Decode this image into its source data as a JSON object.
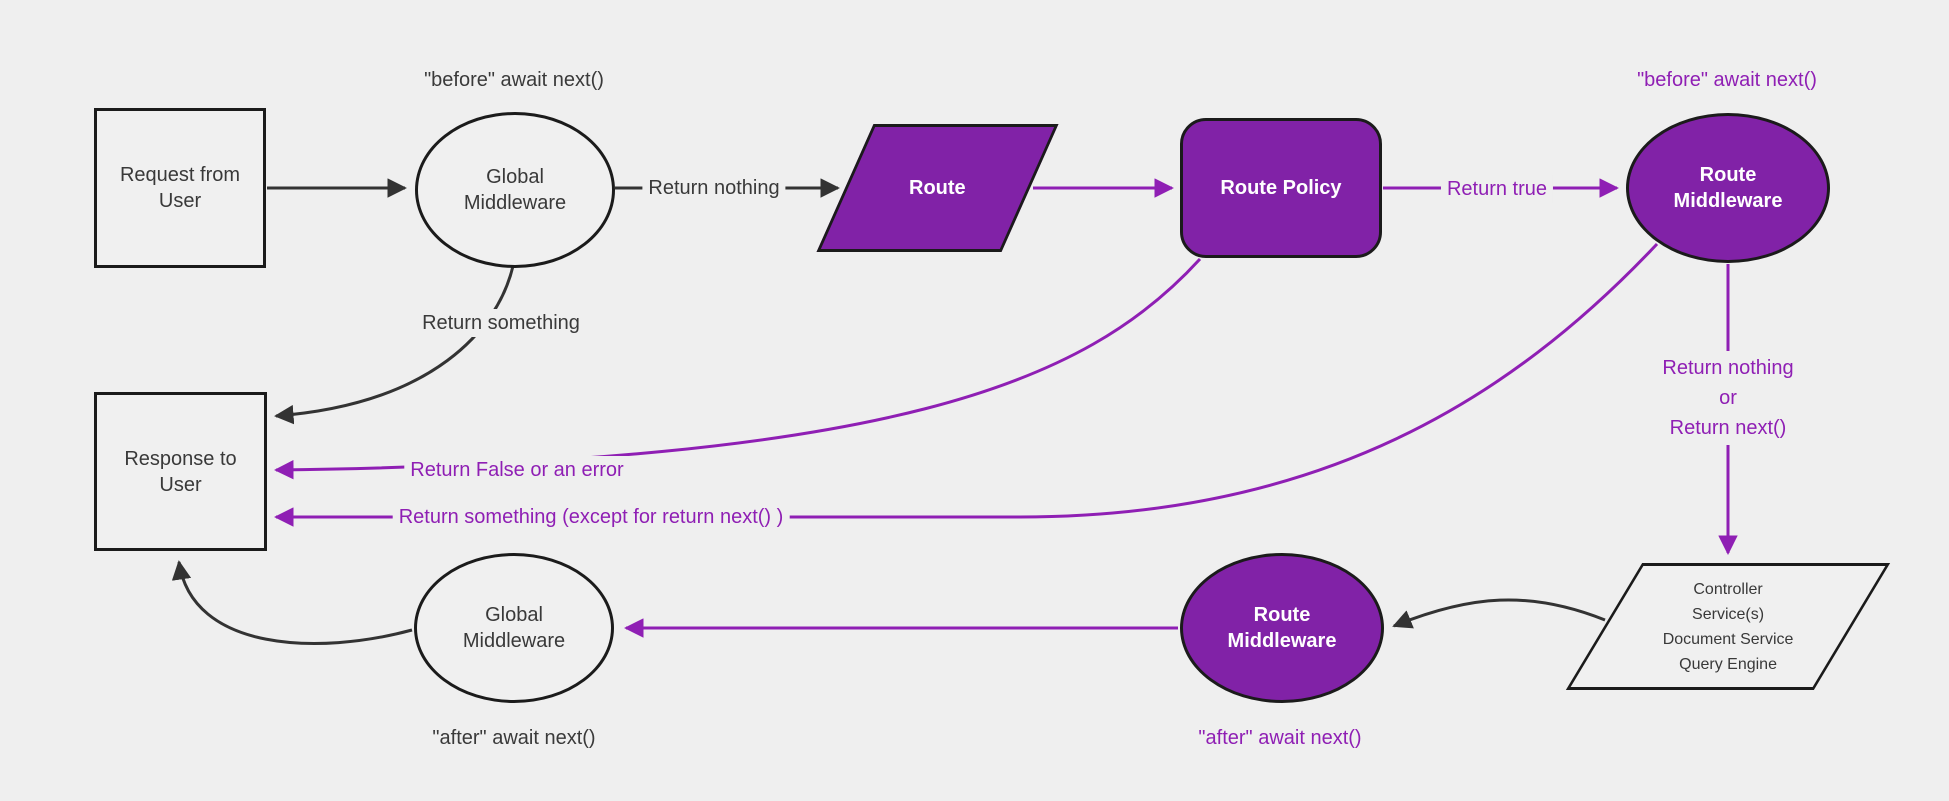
{
  "colors": {
    "background": "#efefef",
    "purple_fill": "#8122a7",
    "purple_line": "#8f1fb4",
    "dark_line": "#333333",
    "node_border": "#1b1b1b",
    "dark_text": "#393939",
    "purple_node_text": "#ffffff"
  },
  "nodes": {
    "request": "Request from User",
    "global_middleware_top": "Global Middleware",
    "route": "Route",
    "route_policy": "Route Policy",
    "route_middleware_top": "Route Middleware",
    "services": {
      "lines": [
        "Controller",
        "Service(s)",
        "Document Service",
        "Query Engine"
      ]
    },
    "route_middleware_bottom": "Route Middleware",
    "global_middleware_bottom": "Global Middleware",
    "response": "Response to User"
  },
  "edge_labels": {
    "before_await_next_global": "\"before\" await next()",
    "before_await_next_route": "\"before\" await next()",
    "after_await_next_global": "\"after\" await next()",
    "after_await_next_route": "\"after\" await next()",
    "return_nothing": "Return nothing",
    "return_true": "Return true",
    "return_something": "Return something",
    "return_false_or_error": "Return False or an error",
    "return_something_except": "Return something (except for return next() )",
    "return_nothing_or_next": {
      "lines": [
        "Return nothing",
        "or",
        "Return next()"
      ]
    }
  }
}
